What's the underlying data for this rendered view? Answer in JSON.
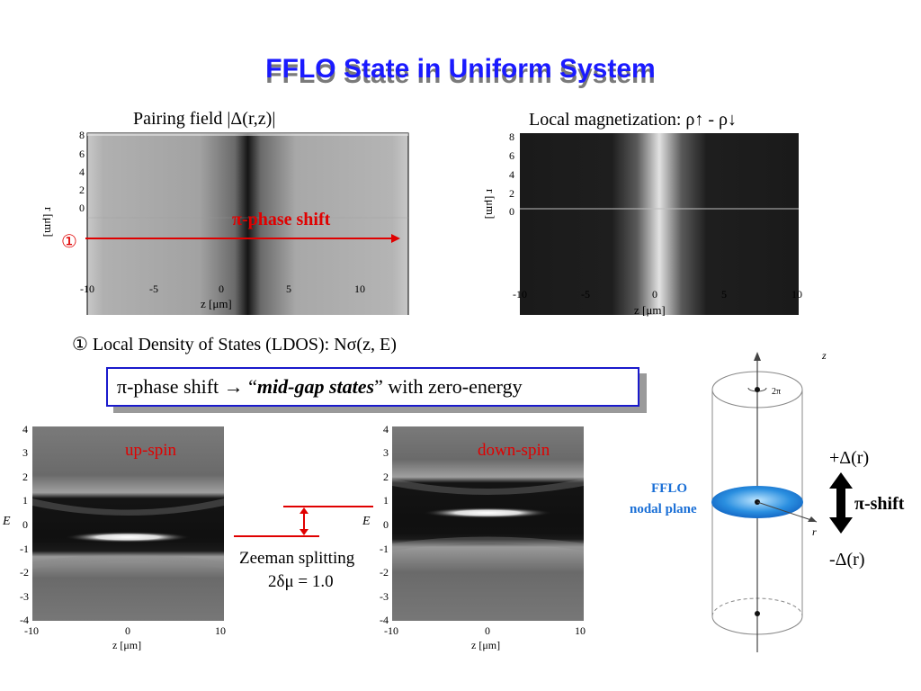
{
  "slide": {
    "title": "FFLO State in Uniform System"
  },
  "pairing": {
    "label": "Pairing field |Δ(r,z)|",
    "y_label": "r [μm]",
    "x_label": "z [μm]",
    "x_ticks": [
      "-10",
      "-5",
      "0",
      "5",
      "10"
    ],
    "y_ticks": [
      "8",
      "6",
      "4",
      "2",
      "0"
    ],
    "annotation": "π-phase shift",
    "marker": "①"
  },
  "magnetization": {
    "label": "Local magnetization: ρ↑ - ρ↓",
    "y_label": "r [μm]",
    "x_label": "z [μm]",
    "x_ticks": [
      "-10",
      "-5",
      "0",
      "5",
      "10"
    ],
    "y_ticks": [
      "8",
      "6",
      "4",
      "2",
      "0"
    ]
  },
  "ldos": {
    "heading": "① Local Density of States (LDOS): Nσ(z, E)",
    "box_prefix": "π-phase shift  →  “",
    "box_emph": "mid-gap states",
    "box_suffix": "” with zero-energy"
  },
  "up_spin": {
    "label": "up-spin",
    "y_label": "E",
    "x_label": "z [μm]",
    "x_ticks": [
      "-10",
      "0",
      "10"
    ],
    "y_ticks": [
      "4",
      "3",
      "2",
      "1",
      "0",
      "-1",
      "-2",
      "-3",
      "-4"
    ]
  },
  "down_spin": {
    "label": "down-spin",
    "y_label": "E",
    "x_label": "z [μm]",
    "x_ticks": [
      "-10",
      "0",
      "10"
    ],
    "y_ticks": [
      "4",
      "3",
      "2",
      "1",
      "0",
      "-1",
      "-2",
      "-3",
      "-4"
    ]
  },
  "zeeman": {
    "line1": "Zeeman splitting",
    "line2": "2δμ = 1.0"
  },
  "cylinder": {
    "z_axis": "z",
    "r_axis": "r",
    "rotation": "2π",
    "nodal_line1": "FFLO",
    "nodal_line2": "nodal plane",
    "plus": "+Δ(r)",
    "minus": "-Δ(r)",
    "shift": "π-shift"
  },
  "colors": {
    "title": "#1a1aff",
    "accent_red": "#e00000",
    "box_border": "#1a1acc",
    "nodal_blue": "#1a6fd6"
  }
}
